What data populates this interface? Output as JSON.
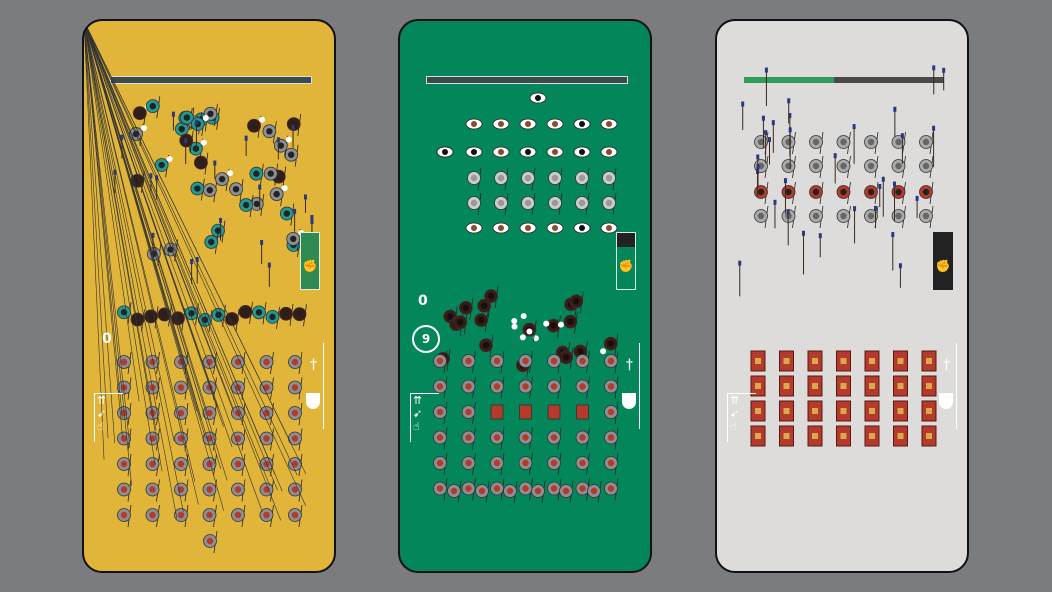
{
  "colors": {
    "background": "#7b7c7f",
    "phone_yellow": "#e0b53a",
    "phone_green": "#03875a",
    "phone_light": "#dddcdb",
    "enemy_teal": "#1f9a94",
    "enemy_dark": "#3d1a12",
    "unit_red": "#b33a2c",
    "unit_grey": "#8d8f92",
    "spear_blue": "#2b3880"
  },
  "screens": [
    {
      "theme": "yellow",
      "top_counter": "0",
      "progress": 0.0,
      "side_button": "fist-icon",
      "icons": [
        "arrows-icon",
        "archer-icon",
        "hand-pointer-icon",
        "sword-icon",
        "shield-icon"
      ]
    },
    {
      "theme": "green",
      "top_counter": "0",
      "ring_counter": "9",
      "progress": 0.0,
      "side_button": "fist-icon",
      "icons": [
        "eye-icon",
        "arrows-icon",
        "archer-icon",
        "hand-pointer-icon",
        "sword-icon",
        "shield-icon"
      ]
    },
    {
      "theme": "light",
      "progress": 0.45,
      "side_button": "fist-icon",
      "icons": [
        "arrows-icon",
        "archer-icon",
        "hand-pointer-icon",
        "sword-icon",
        "shield-icon"
      ]
    }
  ]
}
